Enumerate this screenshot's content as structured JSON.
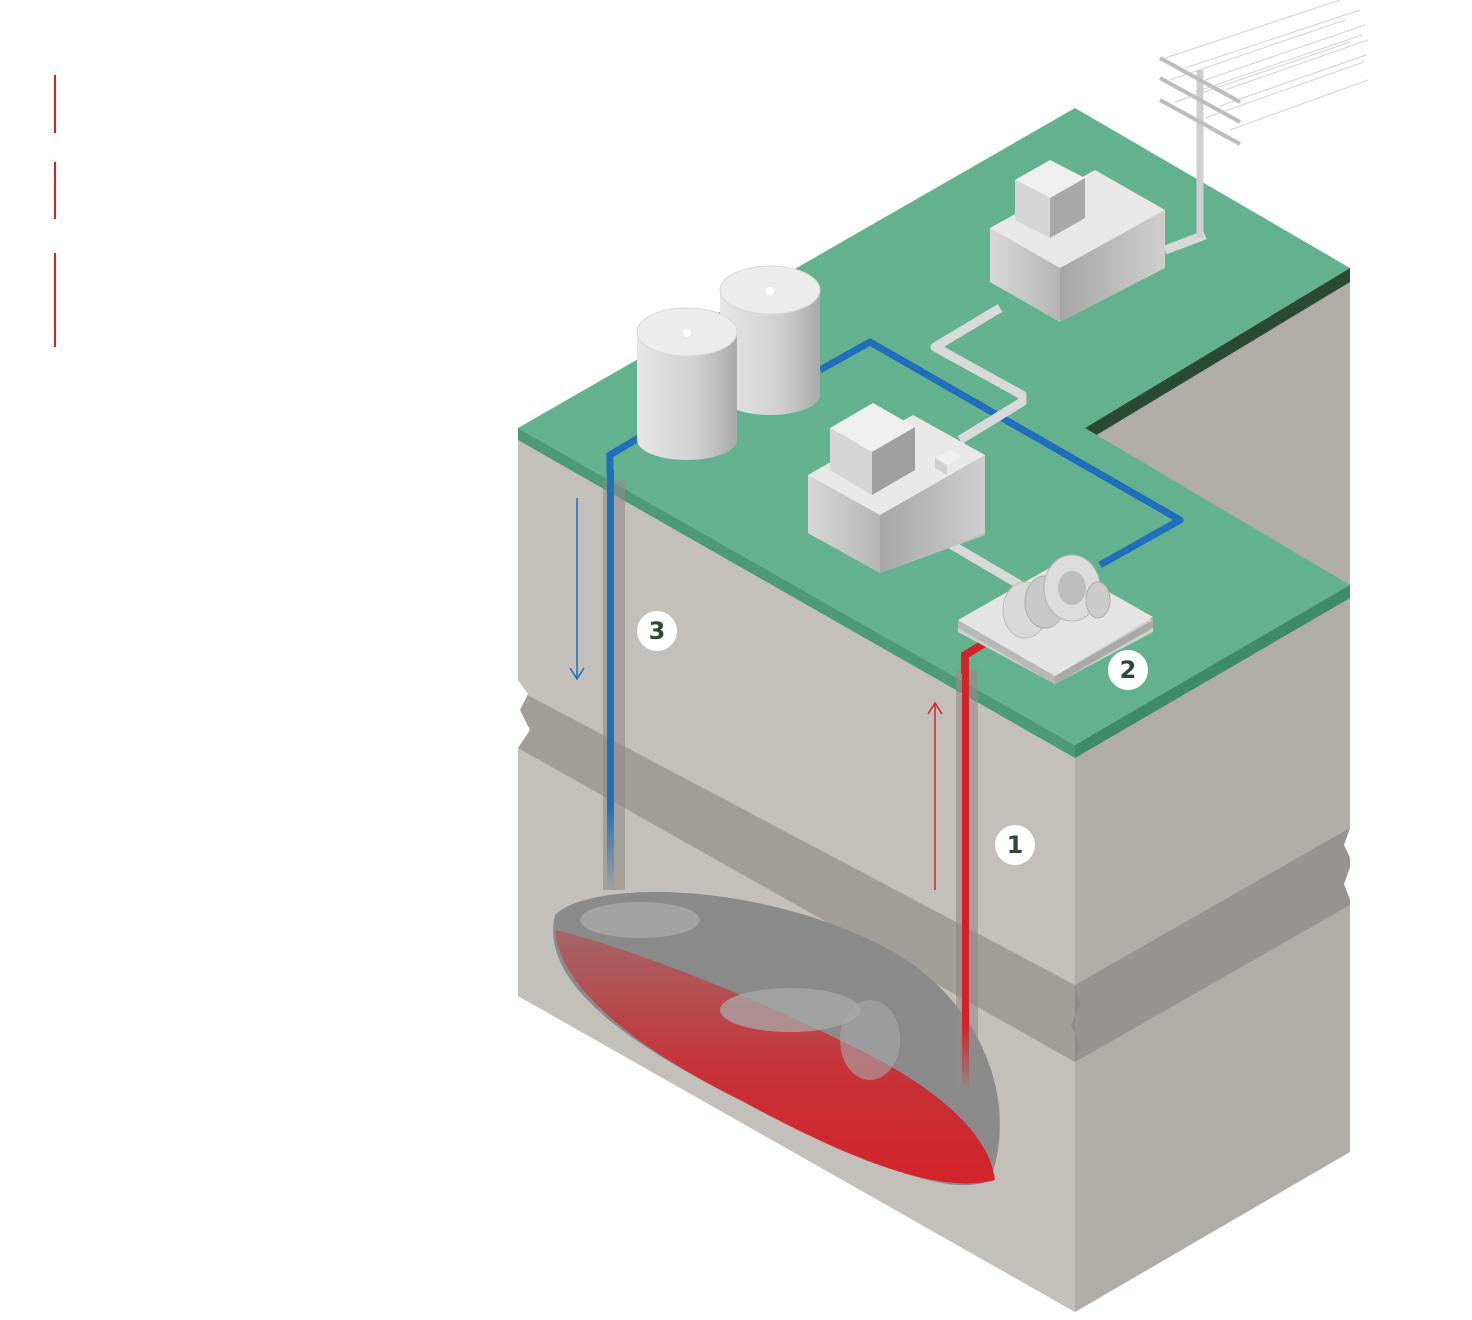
{
  "colors": {
    "background": "#ffffff",
    "surface_green": "#64b18f",
    "surface_dark_green": "#2b4a33",
    "rock_light": "#c3bfba",
    "rock_mid": "#b0aca7",
    "rock_dark": "#a19e99",
    "rock_darkest": "#969390",
    "cold_pipe": "#1f6fbd",
    "hot_pipe": "#d2232a",
    "building_light": "#e8e8e8",
    "building_mid": "#cfcfcf",
    "building_dark": "#a9a9a9",
    "marker_fill": "#ffffff",
    "marker_text": "#2b4a33",
    "sidebar_accent": "#d2232a"
  },
  "sidebar": {
    "accent_lines": [
      "line-1",
      "line-2",
      "line-3"
    ]
  },
  "markers": [
    {
      "id": "1",
      "label": "1",
      "role": "production-well"
    },
    {
      "id": "2",
      "label": "2",
      "role": "turbine"
    },
    {
      "id": "3",
      "label": "3",
      "role": "injection-well"
    }
  ],
  "flows": [
    {
      "id": "cold-flow",
      "direction": "down",
      "color": "#1f6fbd"
    },
    {
      "id": "hot-flow",
      "direction": "up",
      "color": "#d2232a"
    }
  ],
  "icons": [
    "storage-tank-icon",
    "storage-tank-icon",
    "plant-building-icon",
    "control-building-icon",
    "turbine-generator-icon",
    "power-pylon-icon",
    "magma-reservoir-icon"
  ]
}
